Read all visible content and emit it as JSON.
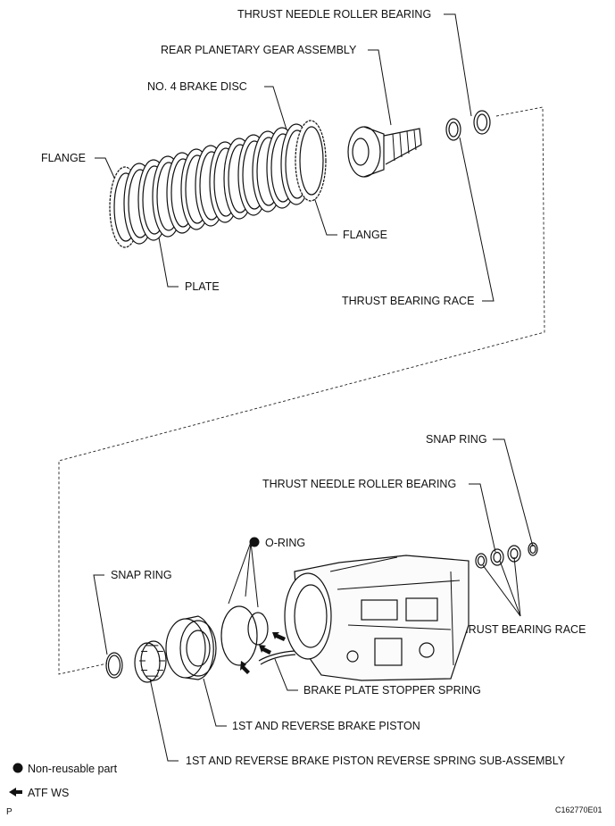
{
  "labels": {
    "thrust_needle_roller_bearing_top": "THRUST NEEDLE ROLLER BEARING",
    "rear_planetary_gear_assembly": "REAR PLANETARY GEAR ASSEMBLY",
    "no4_brake_disc": "NO. 4 BRAKE DISC",
    "flange_left": "FLANGE",
    "flange_right": "FLANGE",
    "plate": "PLATE",
    "thrust_bearing_race_top": "THRUST BEARING RACE",
    "snap_ring_right": "SNAP RING",
    "thrust_needle_roller_bearing_bottom": "THRUST NEEDLE ROLLER BEARING",
    "o_ring": "O-RING",
    "snap_ring_left": "SNAP RING",
    "thrust_bearing_race_bottom": "THRUST BEARING RACE",
    "brake_plate_stopper_spring": "BRAKE PLATE STOPPER SPRING",
    "first_reverse_brake_piston": "1ST AND REVERSE BRAKE PISTON",
    "first_reverse_spring_sub_assembly": "1ST AND REVERSE BRAKE PISTON REVERSE SPRING SUB-ASSEMBLY"
  },
  "legend": {
    "non_reusable": "Non-reusable part",
    "atf": "ATF WS"
  },
  "footer": {
    "left_mark": "P",
    "figure_code": "C162770E01"
  }
}
